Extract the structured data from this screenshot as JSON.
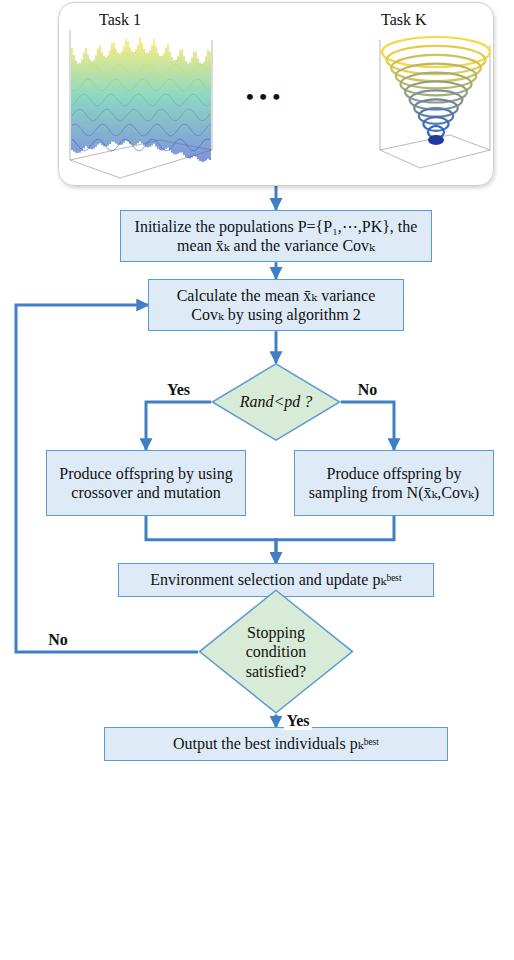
{
  "diagram": {
    "nodes": [
      {
        "text": [
          "Task 1",
          "Task K"
        ]
      },
      {
        "text": [
          "Initialize the populations P={P₁,⋯,PK}, the mean x̄ₖ and the variance Covₖ"
        ]
      },
      {
        "text": [
          "Calculate the mean x̄ₖ variance Covₖ by using algorithm 2"
        ]
      },
      {
        "text": [
          "Rand<pd ?"
        ]
      },
      {
        "text": [
          "Produce offspring by using crossover and mutation"
        ]
      },
      {
        "text": [
          "Produce offspring by sampling from N(x̄ₖ,Covₖ)"
        ]
      },
      {
        "text": [
          "Environment selection and update pₖᵇᵉˢᵗ"
        ]
      },
      {
        "text": [
          "Stopping condition satisfied?"
        ]
      },
      {
        "text": [
          "Output the best individuals pₖᵇᵉˢᵗ"
        ]
      }
    ],
    "edges": [
      {
        "from": 0,
        "to": 1,
        "arrow": "to"
      },
      {
        "from": 1,
        "to": 2,
        "arrow": "to"
      },
      {
        "from": 2,
        "to": 3,
        "arrow": "to"
      },
      {
        "from": 3,
        "to": 4,
        "label": "Yes",
        "arrow": "to"
      },
      {
        "from": 3,
        "to": 5,
        "label": "No",
        "arrow": "to"
      },
      {
        "from": 4,
        "to": 6,
        "arrow": "to"
      },
      {
        "from": 5,
        "to": 6,
        "arrow": "to"
      },
      {
        "from": 6,
        "to": 7,
        "arrow": "to"
      },
      {
        "from": 7,
        "to": 2,
        "label": "No",
        "arrow": "to"
      },
      {
        "from": 7,
        "to": 8,
        "label": "Yes",
        "arrow": "to"
      }
    ],
    "labels": [
      "• • •"
    ]
  }
}
